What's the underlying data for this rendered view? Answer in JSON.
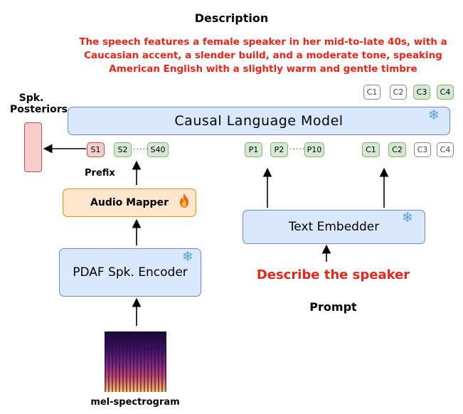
{
  "title": "Description",
  "description": "The speech features a female speaker in her mid-to-late 40s, with a Caucasian accent, a slender build, and a moderate tone, speaking American English with a slightly warm and gentle timbre",
  "causal_lm": {
    "label": "Causal Language Model",
    "icon": "snowflake-icon"
  },
  "output_tokens": [
    {
      "label": "C1",
      "state": "white"
    },
    {
      "label": "C2",
      "state": "white"
    },
    {
      "label": "C3",
      "state": "green"
    },
    {
      "label": "C4",
      "state": "green"
    }
  ],
  "speaker_tokens": {
    "first": "S1",
    "second": "S2",
    "dots": "·······",
    "last": "S40"
  },
  "prompt_tokens": {
    "first": "P1",
    "second": "P2",
    "dots": "·······",
    "last": "P10"
  },
  "caption_tokens": [
    {
      "label": "C1",
      "state": "green"
    },
    {
      "label": "C2",
      "state": "green"
    },
    {
      "label": "C3",
      "state": "white"
    },
    {
      "label": "C4",
      "state": "white"
    }
  ],
  "spk_posteriors": {
    "label_line1": "Spk.",
    "label_line2": "Posteriors"
  },
  "prefix_label": "Prefix",
  "audio_mapper": {
    "label": "Audio Mapper",
    "icon": "fire-icon"
  },
  "spk_encoder": {
    "label": "PDAF Spk. Encoder",
    "icon": "snowflake-icon"
  },
  "text_embedder": {
    "label": "Text Embedder",
    "icon": "snowflake-icon"
  },
  "prompt_text": "Describe the speaker",
  "prompt_label": "Prompt",
  "mel_label": "mel-spectrogram",
  "colors": {
    "red_text": "#e8261a",
    "blue_fill": "#dae8fc",
    "blue_stroke": "#6c8ebf",
    "orange_fill": "#ffe6cc",
    "green_fill": "#d5e8d4",
    "red_fill": "#f8cecc"
  }
}
